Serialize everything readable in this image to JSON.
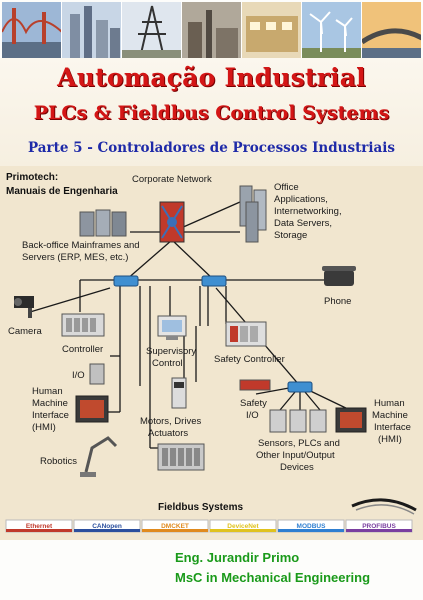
{
  "cover": {
    "title": "Automação Industrial",
    "subtitle": "PLCs & Fieldbus Control Systems",
    "part": "Parte 5 - Controladores de Processos Industriais"
  },
  "diagram": {
    "publisher_line1": "Primotech:",
    "publisher_line2": "Manuais de Engenharia",
    "corporate_network": "Corporate Network",
    "office": [
      "Office",
      "Applications,",
      "Internetworking,",
      "Data Servers,",
      "Storage"
    ],
    "backoffice": [
      "Back-office Mainframes and",
      "Servers (ERP, MES, etc.)"
    ],
    "phone": "Phone",
    "camera": "Camera",
    "controller": "Controller",
    "io": "I/O",
    "hmi_left": [
      "Human",
      "Machine",
      "Interface",
      "(HMI)"
    ],
    "robotics": "Robotics",
    "supervisory": [
      "Supervisory",
      "Control"
    ],
    "motors": [
      "Motors, Drives",
      "Actuators"
    ],
    "safety_controller": "Safety Controller",
    "safety_io": [
      "Safety",
      "I/O"
    ],
    "sensors": [
      "Sensors, PLCs and",
      "Other Input/Output",
      "Devices"
    ],
    "hmi_right": [
      "Human",
      "Machine",
      "Interface",
      "(HMI)"
    ],
    "fieldbus_systems": "Fieldbus Systems",
    "fieldbus_logos": [
      {
        "label": "Ethernet",
        "color": "#c0392b"
      },
      {
        "label": "CANopen",
        "color": "#2b4f9e"
      },
      {
        "label": "DMCKET",
        "color": "#e08a1e"
      },
      {
        "label": "DeviceNet",
        "color": "#e0c21e"
      },
      {
        "label": "MODBUS",
        "color": "#2f7fd1"
      },
      {
        "label": "PROFIBUS",
        "color": "#7a3fa0"
      }
    ]
  },
  "author": {
    "name": "Eng. Jurandir Primo",
    "degree": "MsC in Mechanical Engineering"
  }
}
